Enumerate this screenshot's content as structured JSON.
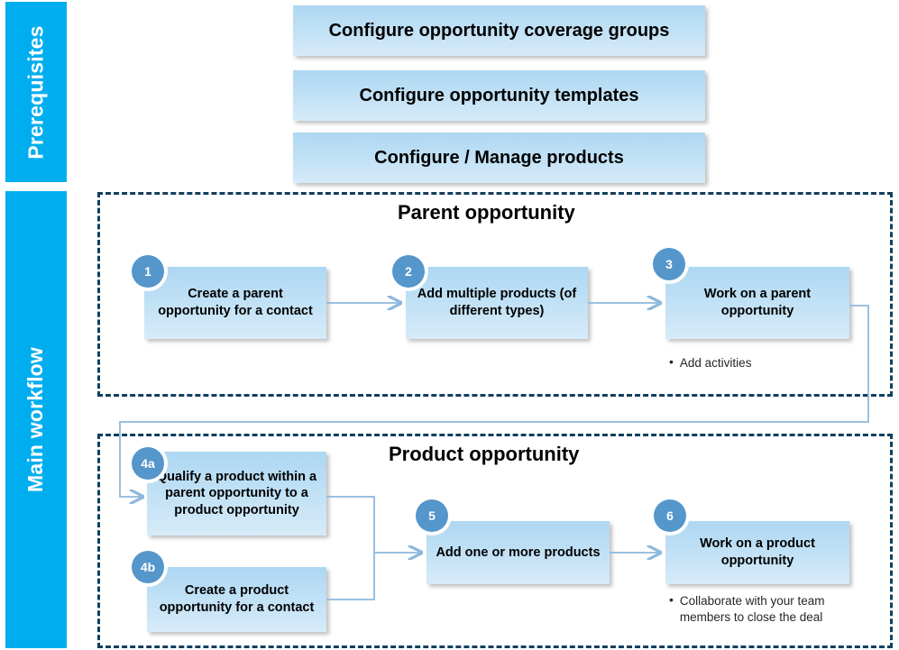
{
  "bands": {
    "prerequisites": "Prerequisites",
    "main_workflow": "Main workflow"
  },
  "colors": {
    "band": "#00AEEF",
    "box_gradient_top": "#AED7F2",
    "box_gradient_bottom": "#D7EBF9",
    "badge": "#5596CB",
    "section_border": "#10405C",
    "connector": "#8EB8DC"
  },
  "prerequisites": {
    "boxes": [
      {
        "label": "Configure opportunity coverage groups"
      },
      {
        "label": "Configure opportunity templates"
      },
      {
        "label": "Configure / Manage products"
      }
    ]
  },
  "sections": [
    {
      "id": "parent",
      "title": "Parent opportunity",
      "steps": [
        {
          "number": "1",
          "label": "Create a parent opportunity for a contact"
        },
        {
          "number": "2",
          "label": "Add multiple products (of different types)"
        },
        {
          "number": "3",
          "label": "Work on a parent opportunity"
        }
      ],
      "notes": [
        {
          "text": "Add activities"
        }
      ]
    },
    {
      "id": "product",
      "title": "Product opportunity",
      "steps": [
        {
          "number": "4a",
          "label": "Qualify a product within a parent opportunity to a product opportunity"
        },
        {
          "number": "4b",
          "label": "Create a product opportunity for a contact"
        },
        {
          "number": "5",
          "label": "Add one or more products"
        },
        {
          "number": "6",
          "label": "Work on a product opportunity"
        }
      ],
      "notes": [
        {
          "text": "Collaborate with your team members to close the deal"
        }
      ]
    }
  ]
}
